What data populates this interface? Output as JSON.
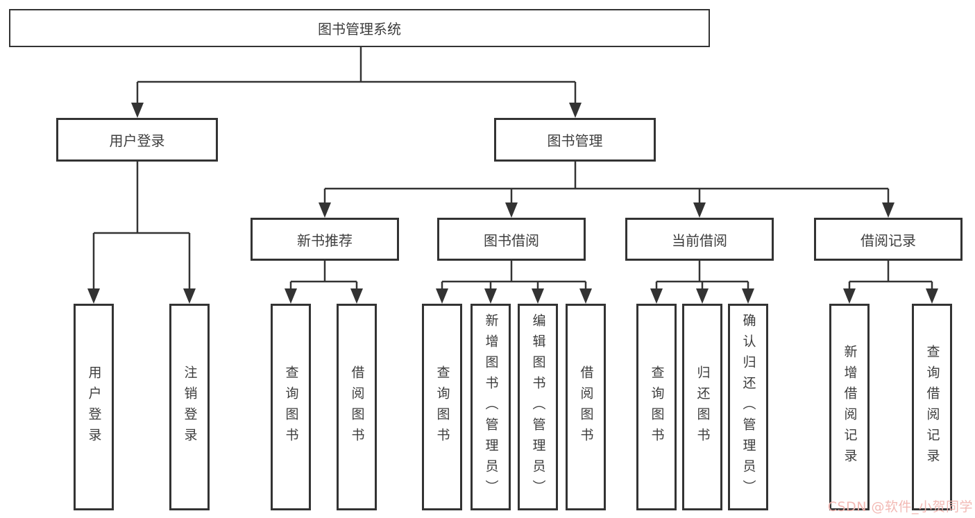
{
  "diagram": {
    "root": "图书管理系统",
    "level1": [
      "用户登录",
      "图书管理"
    ],
    "level2": [
      "新书推荐",
      "图书借阅",
      "当前借阅",
      "借阅记录"
    ],
    "leaves": {
      "user_login": [
        "用户登录",
        "注销登录"
      ],
      "new_book": [
        "查询图书",
        "借阅图书"
      ],
      "book_borrow": [
        "查询图书",
        "新增图书（管理员）",
        "编辑图书（管理员）",
        "借阅图书"
      ],
      "current_borrow": [
        "查询图书",
        "归还图书",
        "确认归还（管理员）"
      ],
      "borrow_record": [
        "新增借阅记录",
        "查询借阅记录"
      ]
    },
    "colors": {
      "line": "#333333",
      "text": "#3d3d3d",
      "box_background": "#ffffff"
    }
  },
  "watermark": {
    "text": "CSDN @软件_小贺同学",
    "color": "#f2b6b1"
  }
}
